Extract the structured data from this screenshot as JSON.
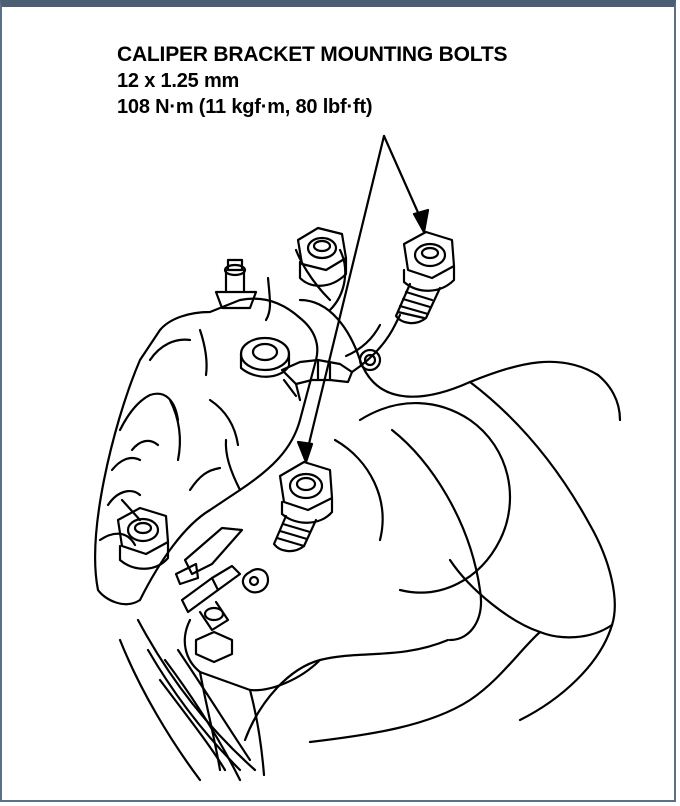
{
  "callout": {
    "title": "CALIPER BRACKET MOUNTING BOLTS",
    "size": "12 x 1.25 mm",
    "torque": "108 N·m (11 kgf·m, 80 lbf·ft)"
  },
  "colors": {
    "frame": "#5b6f86",
    "ink": "#000000",
    "paper": "#ffffff"
  }
}
